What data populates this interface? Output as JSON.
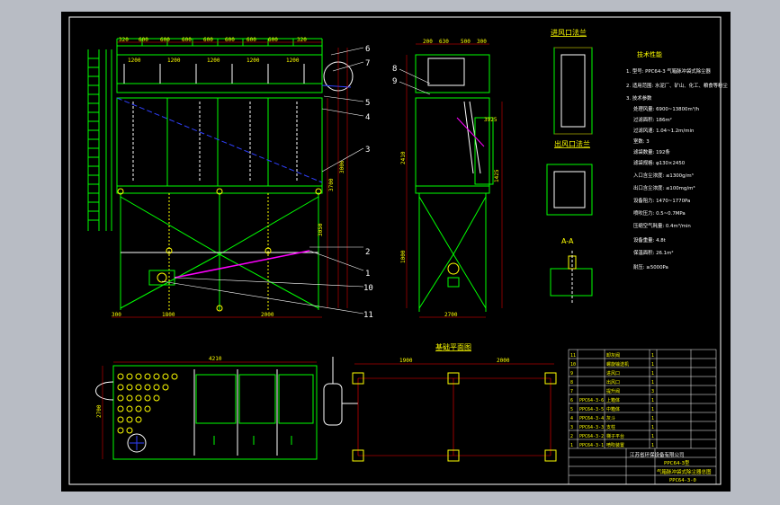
{
  "titles": {
    "inlet_flange": "进风口法兰",
    "outlet_flange": "出风口法兰",
    "section_aa": "A-A",
    "foundation_plan": "基础平面图",
    "tech_spec": "技术性能"
  },
  "section_marks": {
    "a1": "A",
    "a2": "A"
  },
  "part_numbers": [
    "1",
    "2",
    "3",
    "4",
    "5",
    "6",
    "7",
    "8",
    "9",
    "10",
    "11"
  ],
  "top_dims": [
    "320",
    "600",
    "600",
    "600",
    "600",
    "600",
    "600",
    "600",
    "320"
  ],
  "top_dims_inner": [
    "1200",
    "1200",
    "1200",
    "1200",
    "1200"
  ],
  "side_top_dims": [
    "200",
    "630",
    "500",
    "300"
  ],
  "main_dims": {
    "bottom_left": "300",
    "bottom_a": "1800",
    "bottom_b": "2000",
    "side_bottom": "2700",
    "plan_width": "4210",
    "plan_height": "2700",
    "found_a": "1900",
    "found_b": "2000",
    "v_a": "3050",
    "v_b": "3700",
    "v_c": "3000",
    "v_d": "3925",
    "v_e": "1425",
    "v_f": "2410",
    "v_g": "1000"
  },
  "spec_lines": [
    "1. 型号: PPC64-3 气箱脉冲袋式除尘器",
    "2. 适用范围: 水泥厂、矿山、化工、粮食等粉尘",
    "3. 技术参数",
    "处理风量: 6900~13800m³/h",
    "过滤面积: 186m²",
    "过滤风速: 1.04~1.2m/min",
    "室数: 3",
    "滤袋数量: 192条",
    "滤袋规格: φ130×2450",
    "入口含尘浓度: ≤1300g/m³",
    "出口含尘浓度: ≤100mg/m³",
    "设备阻力: 1470~1770Pa",
    "喷吹压力: 0.5~0.7MPa",
    "压缩空气耗量: 0.4m³/min",
    "设备重量: 4.8t",
    "保温面积: 26.1m²",
    "耐压: ≥5000Pa"
  ],
  "bom_rows": [
    [
      "11",
      "",
      "卸灰阀",
      "1",
      "",
      ""
    ],
    [
      "10",
      "",
      "螺旋输送机",
      "1",
      "",
      ""
    ],
    [
      "9",
      "",
      "进风口",
      "1",
      "",
      ""
    ],
    [
      "8",
      "",
      "出风口",
      "1",
      "",
      ""
    ],
    [
      "7",
      "",
      "提升阀",
      "3",
      "",
      ""
    ],
    [
      "6",
      "PPC64-3-6",
      "上箱体",
      "1",
      "",
      ""
    ],
    [
      "5",
      "PPC64-3-5",
      "中箱体",
      "1",
      "",
      ""
    ],
    [
      "4",
      "PPC64-3-4",
      "灰斗",
      "1",
      "",
      ""
    ],
    [
      "3",
      "PPC64-3-3",
      "支柱",
      "1",
      "",
      ""
    ],
    [
      "2",
      "PPC64-3-2",
      "梯子平台",
      "1",
      "",
      ""
    ],
    [
      "1",
      "PPC64-3-1",
      "喷吹装置",
      "1",
      "",
      ""
    ]
  ],
  "title_block": {
    "company": "江苏省环保设备有限公司",
    "product": "PPC64-3型",
    "desc": "气箱脉冲袋式除尘器总图",
    "code": "PPC64-3-0"
  },
  "colors": {
    "green": "#00ff00",
    "yellow": "#ffff00",
    "white": "#ffffff",
    "cyan": "#00ffff",
    "magenta": "#ff00ff",
    "red": "#ff0000",
    "blue": "#3040ff"
  }
}
